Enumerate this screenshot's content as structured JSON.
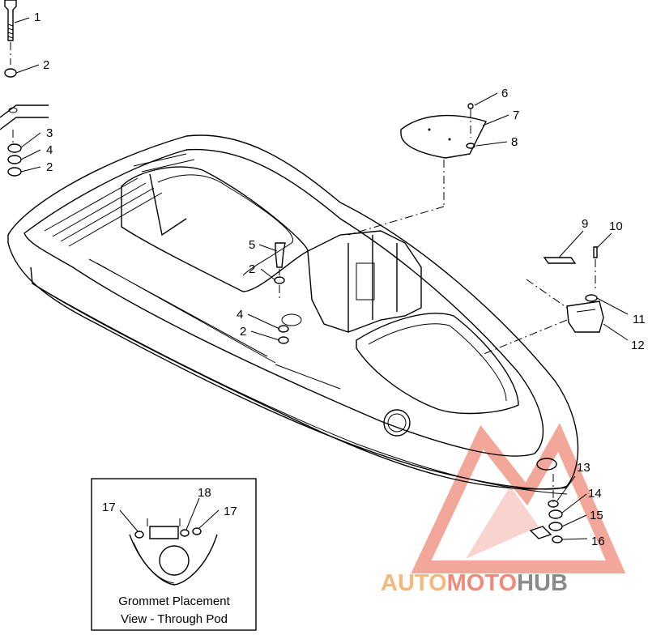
{
  "callouts": [
    {
      "id": "c1",
      "text": "1"
    },
    {
      "id": "c2a",
      "text": "2"
    },
    {
      "id": "c3",
      "text": "3"
    },
    {
      "id": "c4a",
      "text": "4"
    },
    {
      "id": "c2b",
      "text": "2"
    },
    {
      "id": "c5",
      "text": "5"
    },
    {
      "id": "c2c",
      "text": "2"
    },
    {
      "id": "c4b",
      "text": "4"
    },
    {
      "id": "c2d",
      "text": "2"
    },
    {
      "id": "c6",
      "text": "6"
    },
    {
      "id": "c7",
      "text": "7"
    },
    {
      "id": "c8",
      "text": "8"
    },
    {
      "id": "c9",
      "text": "9"
    },
    {
      "id": "c10",
      "text": "10"
    },
    {
      "id": "c11",
      "text": "11"
    },
    {
      "id": "c12",
      "text": "12"
    },
    {
      "id": "c13",
      "text": "13"
    },
    {
      "id": "c14",
      "text": "14"
    },
    {
      "id": "c15",
      "text": "15"
    },
    {
      "id": "c16",
      "text": "16"
    },
    {
      "id": "c17a",
      "text": "17"
    },
    {
      "id": "c18",
      "text": "18"
    },
    {
      "id": "c17b",
      "text": "17"
    }
  ],
  "inset": {
    "caption_line1": "Grommet Placement",
    "caption_line2": "View - Through Pod"
  },
  "watermark": {
    "text_part1": "AUTO",
    "text_part2": "MOTO",
    "text_part3": "HUB",
    "color_primary": "#f08a7a",
    "color_secondary": "#f5b87a",
    "color_tertiary": "#8a8a8a"
  }
}
